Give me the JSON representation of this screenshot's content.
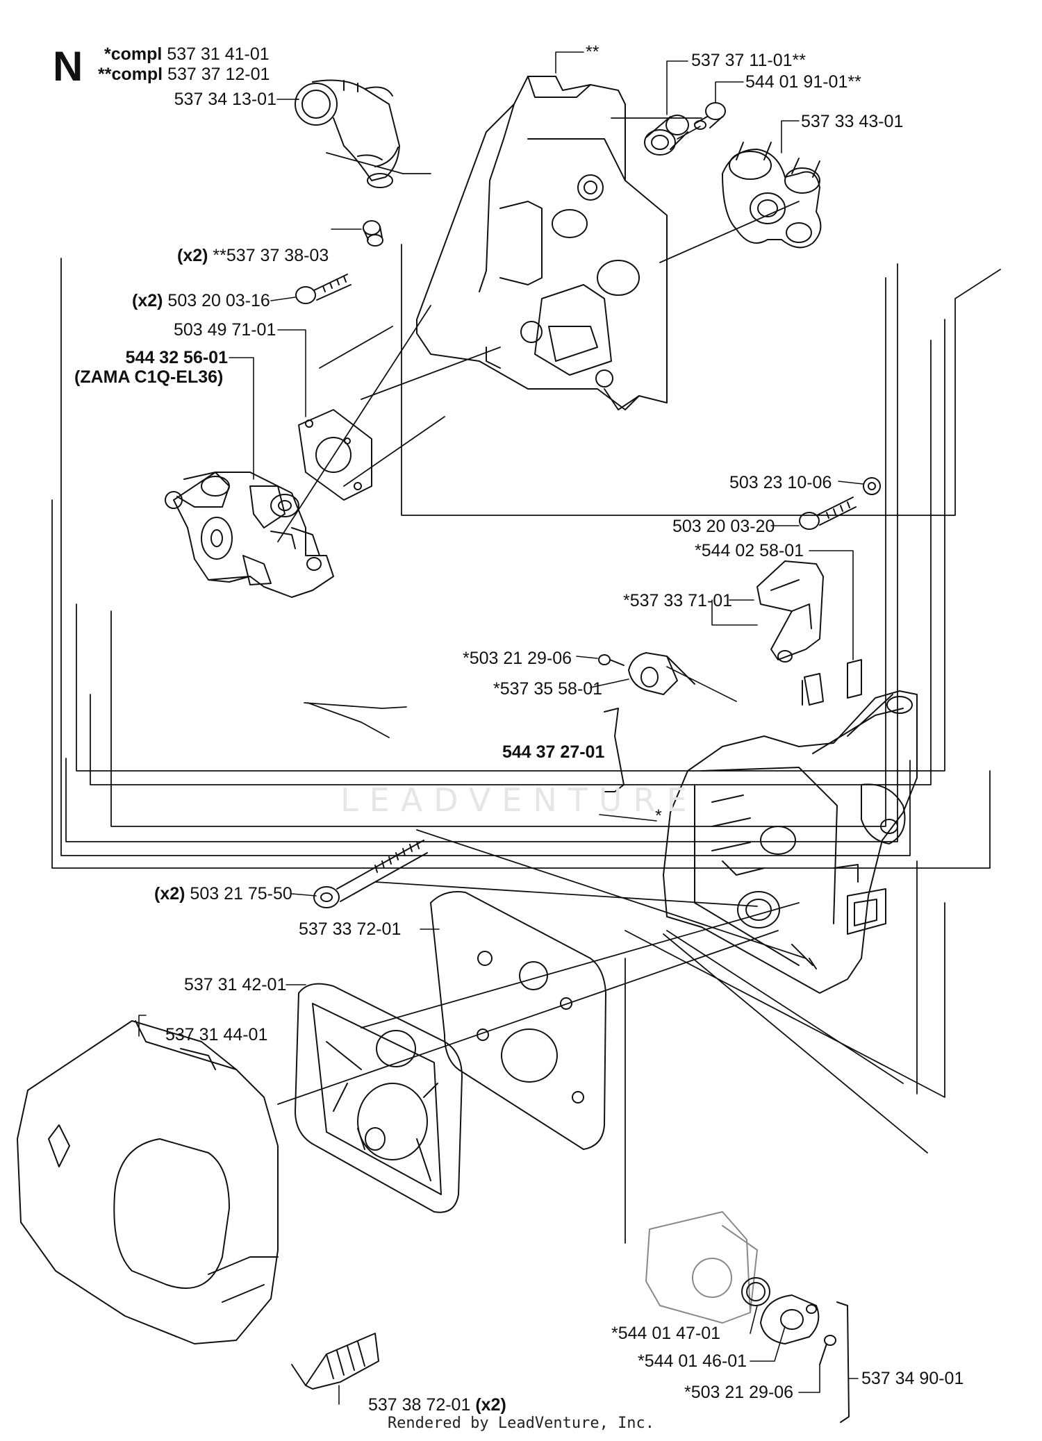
{
  "section": "N",
  "kits": [
    {
      "prefix": "*compl",
      "number": "537 31 41-01"
    },
    {
      "prefix": "**compl",
      "number": "537 37 12-01"
    }
  ],
  "labels": {
    "elbow": "537 34 13-01",
    "bracket_top": "**",
    "bushing": "537 37 11-01**",
    "screw_small": "544 01 91-01**",
    "damper_plate": "537 33 43-01",
    "spacer": "**537 37 38-03",
    "spacer_qty": "(x2)",
    "screw_bracket": "503 20 03-16",
    "screw_bracket_qty": "(x2)",
    "gasket_carb": "503 49 71-01",
    "carburetor": "544 32 56-01",
    "carburetor_model": "(ZAMA C1Q-EL36)",
    "washer": "503 23 10-06",
    "screw_housing": "503 20 03-20",
    "choke_lever": "*544 02 58-01",
    "choke_arm": "*537 33 71-01",
    "screw_choke": "*503 21 29-06",
    "choke_valve": "*537 35 58-01",
    "rod": "544 37 27-01",
    "housing": "*",
    "long_screw": "503 21 75-50",
    "long_screw_qty": "(x2)",
    "filter_gasket": "537 33 72-01",
    "filter": "537 31 42-01",
    "cover": "537 31 44-01",
    "clip": "537 38 72-01",
    "clip_qty": "(x2)",
    "valve_seal": "*544 01 47-01",
    "valve_disc": "*544 01 46-01",
    "screw_valve": "*503 21 29-06",
    "link_rod": "537 34 90-01"
  },
  "watermark": "LEADVENTURE",
  "footer": "Rendered by LeadVenture, Inc."
}
